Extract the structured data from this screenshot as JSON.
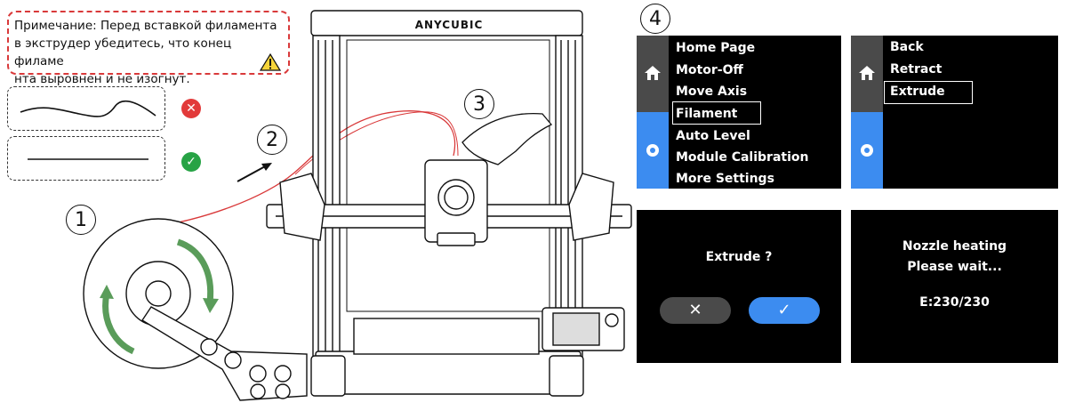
{
  "note": {
    "text_line1": "Примечание: Перед вставкой филамента",
    "text_line2": "в экструдер убедитесь, что конец филаме",
    "text_line3": "нта выровнен и не изогнут.",
    "icon": "warning-icon"
  },
  "filament_examples": [
    {
      "name": "bent-filament",
      "status_icon": "x-icon",
      "status_color": "#e23a3a",
      "status_glyph": "✕"
    },
    {
      "name": "straight-filament",
      "status_icon": "check-icon",
      "status_color": "#27a345",
      "status_glyph": "✓"
    }
  ],
  "steps": {
    "s1": "1",
    "s2": "2",
    "s3": "3",
    "s4": "4"
  },
  "printer": {
    "brand": "ANYCUBIC"
  },
  "screen1": {
    "items": [
      "Home Page",
      "Motor-Off",
      "Move Axis",
      "Filament",
      "Auto Level",
      "Module Calibration",
      "More Settings"
    ],
    "selected": "Filament"
  },
  "screen2": {
    "items": [
      "Back",
      "Retract",
      "Extrude"
    ],
    "selected": "Extrude"
  },
  "screen3": {
    "prompt": "Extrude ?",
    "cancel_glyph": "✕",
    "confirm_glyph": "✓"
  },
  "screen4": {
    "line1": "Nozzle heating",
    "line2": "Please wait...",
    "line3": "E:230/230"
  },
  "colors": {
    "accent_blue": "#3c8cf0",
    "sidebar_gray": "#4a4a4a",
    "filament_red": "#d9393a",
    "arrow_green": "#5a9c5a"
  }
}
